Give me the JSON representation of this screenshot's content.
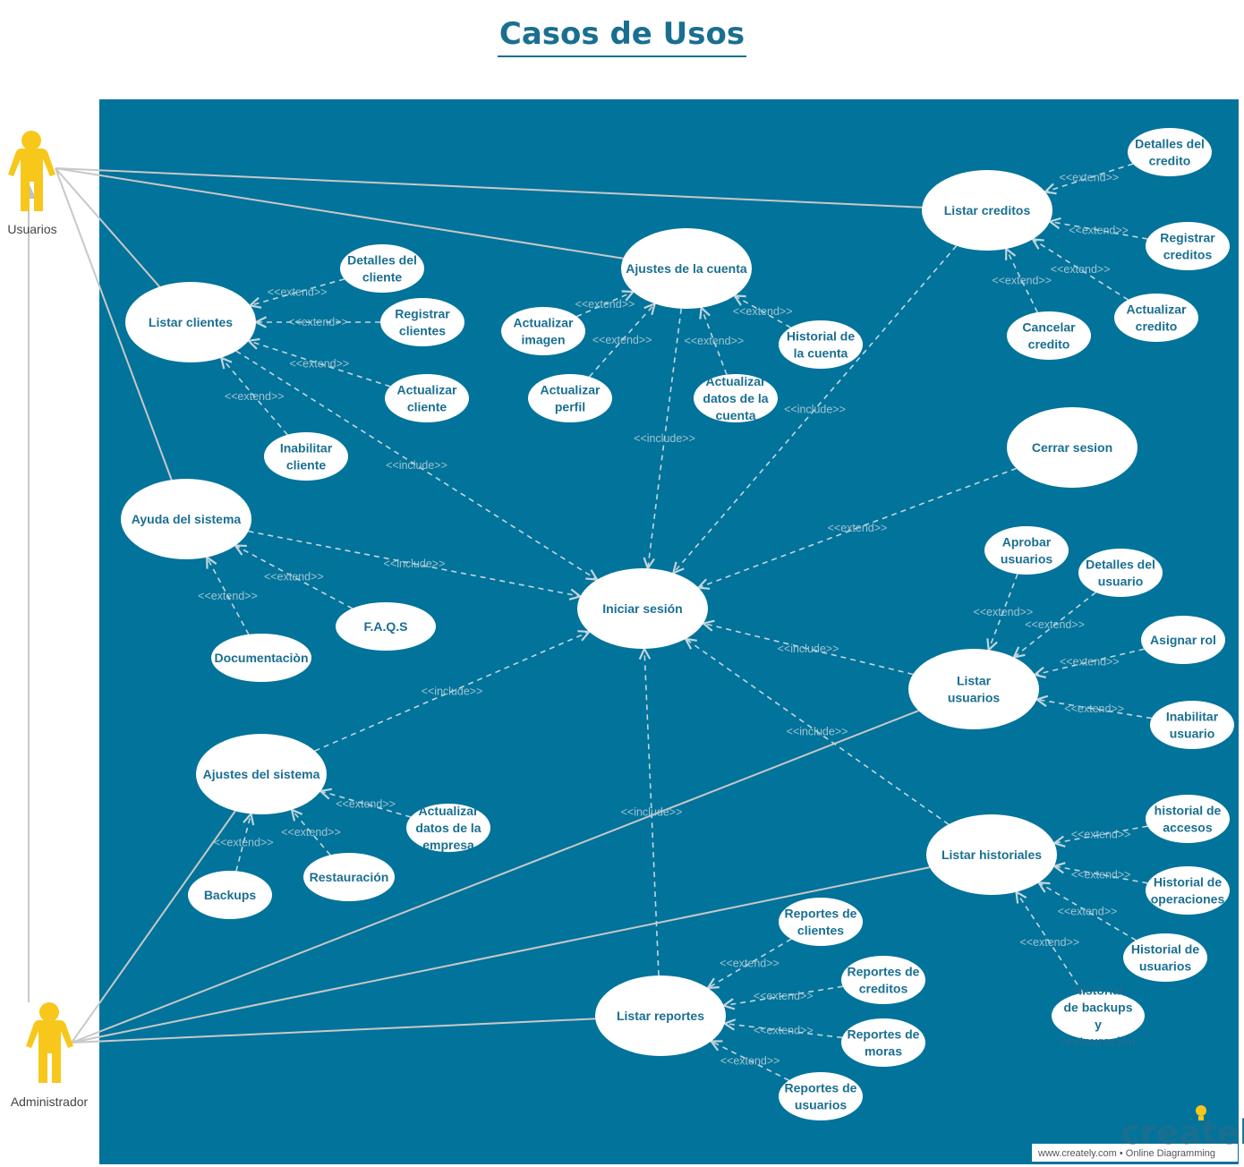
{
  "title": "Casos de Usos",
  "colors": {
    "boundary": "#02739a",
    "ellipse_fill": "#ffffff",
    "ellipse_text": "#1a6f91",
    "dashed_line": "#b9cfd9",
    "association_line": "#c8c8c8",
    "actor": "#f7c71c"
  },
  "actors": {
    "usuarios": "Usuarios",
    "administrador": "Administrador"
  },
  "use_cases": {
    "listar_creditos": "Listar creditos",
    "detalles_credito": "Detalles del credito",
    "registrar_creditos": "Registrar creditos",
    "actualizar_credito": "Actualizar credito",
    "cancelar_credito": "Cancelar credito",
    "ajustes_cuenta": "Ajustes de la cuenta",
    "actualizar_imagen": "Actualizar imagen",
    "actualizar_perfil": "Actualizar perfil",
    "actualizar_datos_cuenta": "Actualizar datos de la cuenta",
    "historial_cuenta": "Historial de la cuenta",
    "listar_clientes": "Listar clientes",
    "detalles_cliente": "Detalles del cliente",
    "registrar_clientes": "Registrar clientes",
    "actualizar_cliente": "Actualizar cliente",
    "inabilitar_cliente": "Inabilitar cliente",
    "ayuda_sistema": "Ayuda del sistema",
    "faqs": "F.A.Q.S",
    "documentacion": "Documentaciòn",
    "cerrar_sesion": "Cerrar sesion",
    "iniciar_sesion": "Iniciar  sesión",
    "aprobar_usuarios": "Aprobar usuarios",
    "detalles_usuario": "Detalles del usuario",
    "asignar_rol": "Asignar rol",
    "listar_usuarios": "Listar usuarios",
    "inabilitar_usuario": "Inabilitar usuario",
    "ajustes_sistema": "Ajustes del sistema",
    "actualizar_datos_empresa": "Actualizar datos de la empresa",
    "backups": "Backups",
    "restauracion": "Restauración",
    "listar_historiales": "Listar historiales",
    "historial_accesos": "historial de accesos",
    "historial_operaciones": "Historial de operaciones",
    "historial_usuarios": "Historial de usuarios",
    "historial_backups": "Historial de backups y restauración",
    "listar_reportes": "Listar reportes",
    "reportes_clientes": "Reportes de clientes",
    "reportes_creditos": "Reportes de creditos",
    "reportes_moras": "Reportes de moras",
    "reportes_usuarios": "Reportes de usuarios"
  },
  "relation_labels": {
    "extend": "<<extend>>",
    "include": "<<include>>"
  },
  "brand": {
    "name": "creately",
    "tagline": "www.creately.com • Online Diagramming"
  }
}
